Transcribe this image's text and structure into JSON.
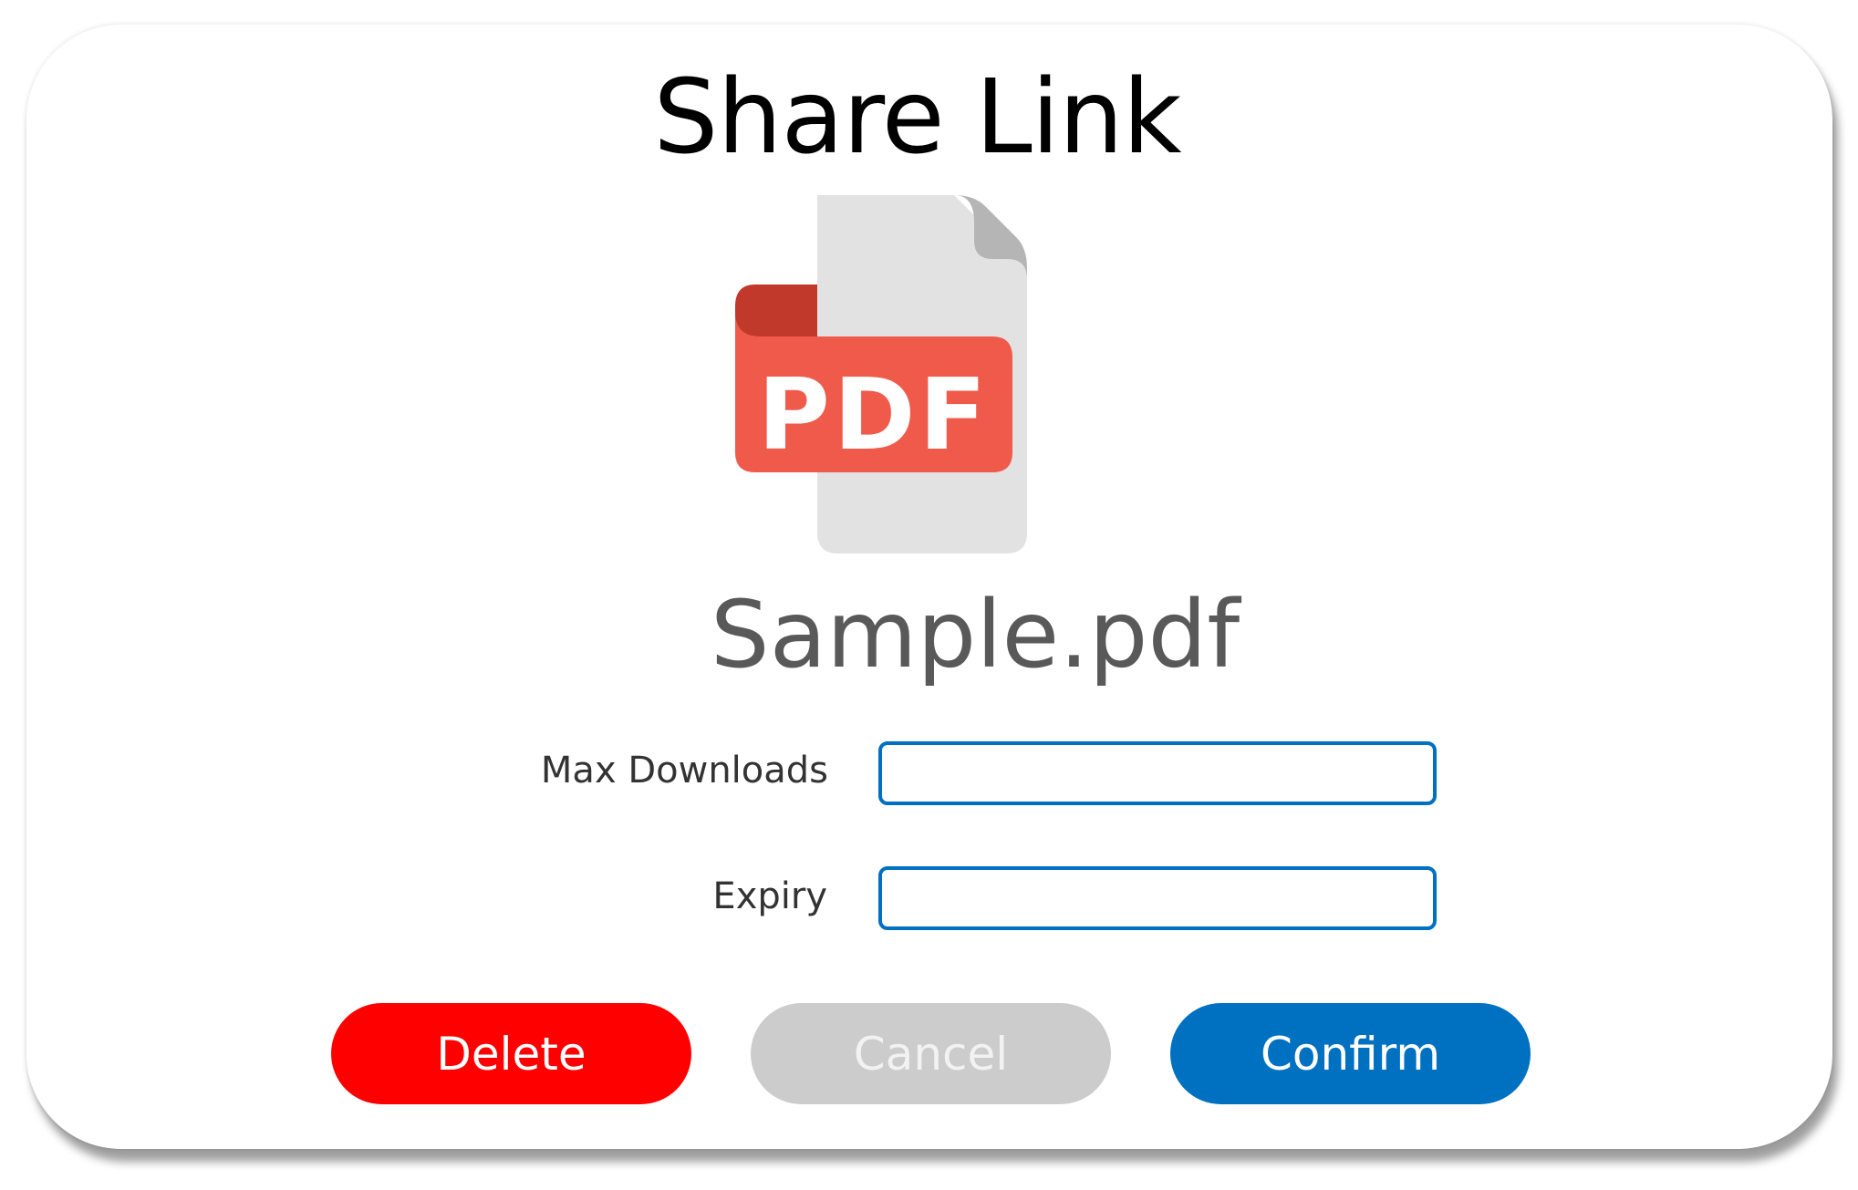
{
  "dialog": {
    "title": "Share Link",
    "file": {
      "icon": "pdf-file-icon",
      "icon_text": "PDF",
      "name": "Sample.pdf"
    },
    "fields": {
      "max_downloads": {
        "label": "Max Downloads",
        "value": "",
        "placeholder": ""
      },
      "expiry": {
        "label": "Expiry",
        "value": "",
        "placeholder": ""
      }
    },
    "buttons": {
      "delete": "Delete",
      "cancel": "Cancel",
      "confirm": "Confirm"
    }
  },
  "colors": {
    "delete": "#ff0000",
    "cancel": "#cccccc",
    "confirm": "#0070c0",
    "input_border": "#0070c0",
    "pdf_badge": "#f05a4b",
    "pdf_fold": "#c0392b",
    "document": "#e2e2e2"
  }
}
